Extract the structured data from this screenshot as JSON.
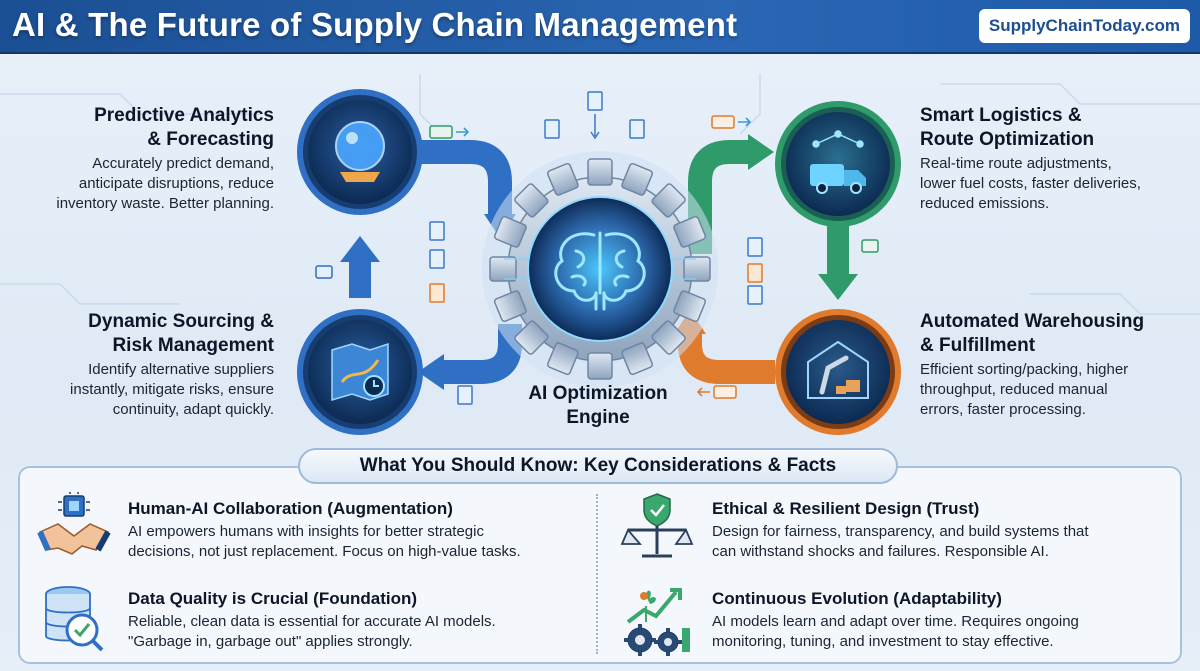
{
  "header": {
    "title": "AI & The Future of Supply Chain Management",
    "site": "SupplyChainToday.com"
  },
  "engine": {
    "label_line1": "AI Optimization",
    "label_line2": "Engine",
    "icon": "brain-gear-icon"
  },
  "nodes": {
    "predictive": {
      "title_line1": "Predictive Analytics",
      "title_line2": "& Forecasting",
      "desc": [
        "Accurately predict demand,",
        "anticipate disruptions, reduce",
        "inventory waste. Better planning."
      ],
      "icon": "crystal-ball-icon",
      "color": "#2f6fc4"
    },
    "logistics": {
      "title_line1": "Smart Logistics &",
      "title_line2": "Route Optimization",
      "desc": [
        "Real-time route adjustments,",
        "lower fuel costs, faster deliveries,",
        "reduced emissions."
      ],
      "icon": "delivery-truck-icon",
      "color": "#2f9a6a"
    },
    "sourcing": {
      "title_line1": "Dynamic Sourcing &",
      "title_line2": "Risk Management",
      "desc": [
        "Identify alternative suppliers",
        "instantly, mitigate risks, ensure",
        "continuity, adapt quickly."
      ],
      "icon": "route-map-icon",
      "color": "#2f6fc4"
    },
    "warehousing": {
      "title_line1": "Automated Warehousing",
      "title_line2": "& Fulfillment",
      "desc": [
        "Efficient sorting/packing, higher",
        "throughput, reduced manual",
        "errors, faster processing."
      ],
      "icon": "robot-arm-icon",
      "color": "#e07a2c"
    }
  },
  "considerations": {
    "title": "What You Should Know: Key Considerations & Facts",
    "items": [
      {
        "title": "Human-AI Collaboration (Augmentation)",
        "desc": [
          "AI empowers humans with insights for better strategic",
          "decisions, not just replacement. Focus on high-value tasks."
        ],
        "icon": "handshake-chip-icon"
      },
      {
        "title": "Ethical & Resilient Design (Trust)",
        "desc": [
          "Design for fairness, transparency, and build systems that",
          "can withstand shocks and failures. Responsible AI."
        ],
        "icon": "scales-shield-icon"
      },
      {
        "title": "Data Quality is Crucial (Foundation)",
        "desc": [
          "Reliable, clean data is essential for accurate AI models.",
          "\"Garbage in, garbage out\" applies strongly."
        ],
        "icon": "database-check-icon"
      },
      {
        "title": "Continuous Evolution (Adaptability)",
        "desc": [
          "AI models learn and adapt over time. Requires ongoing",
          "monitoring, tuning, and investment to stay effective."
        ],
        "icon": "growth-gears-icon"
      }
    ]
  },
  "colors": {
    "header": "#1b4f93",
    "blue_flow": "#2f6fc4",
    "green_flow": "#2f9a6a",
    "orange_flow": "#e07a2c"
  }
}
